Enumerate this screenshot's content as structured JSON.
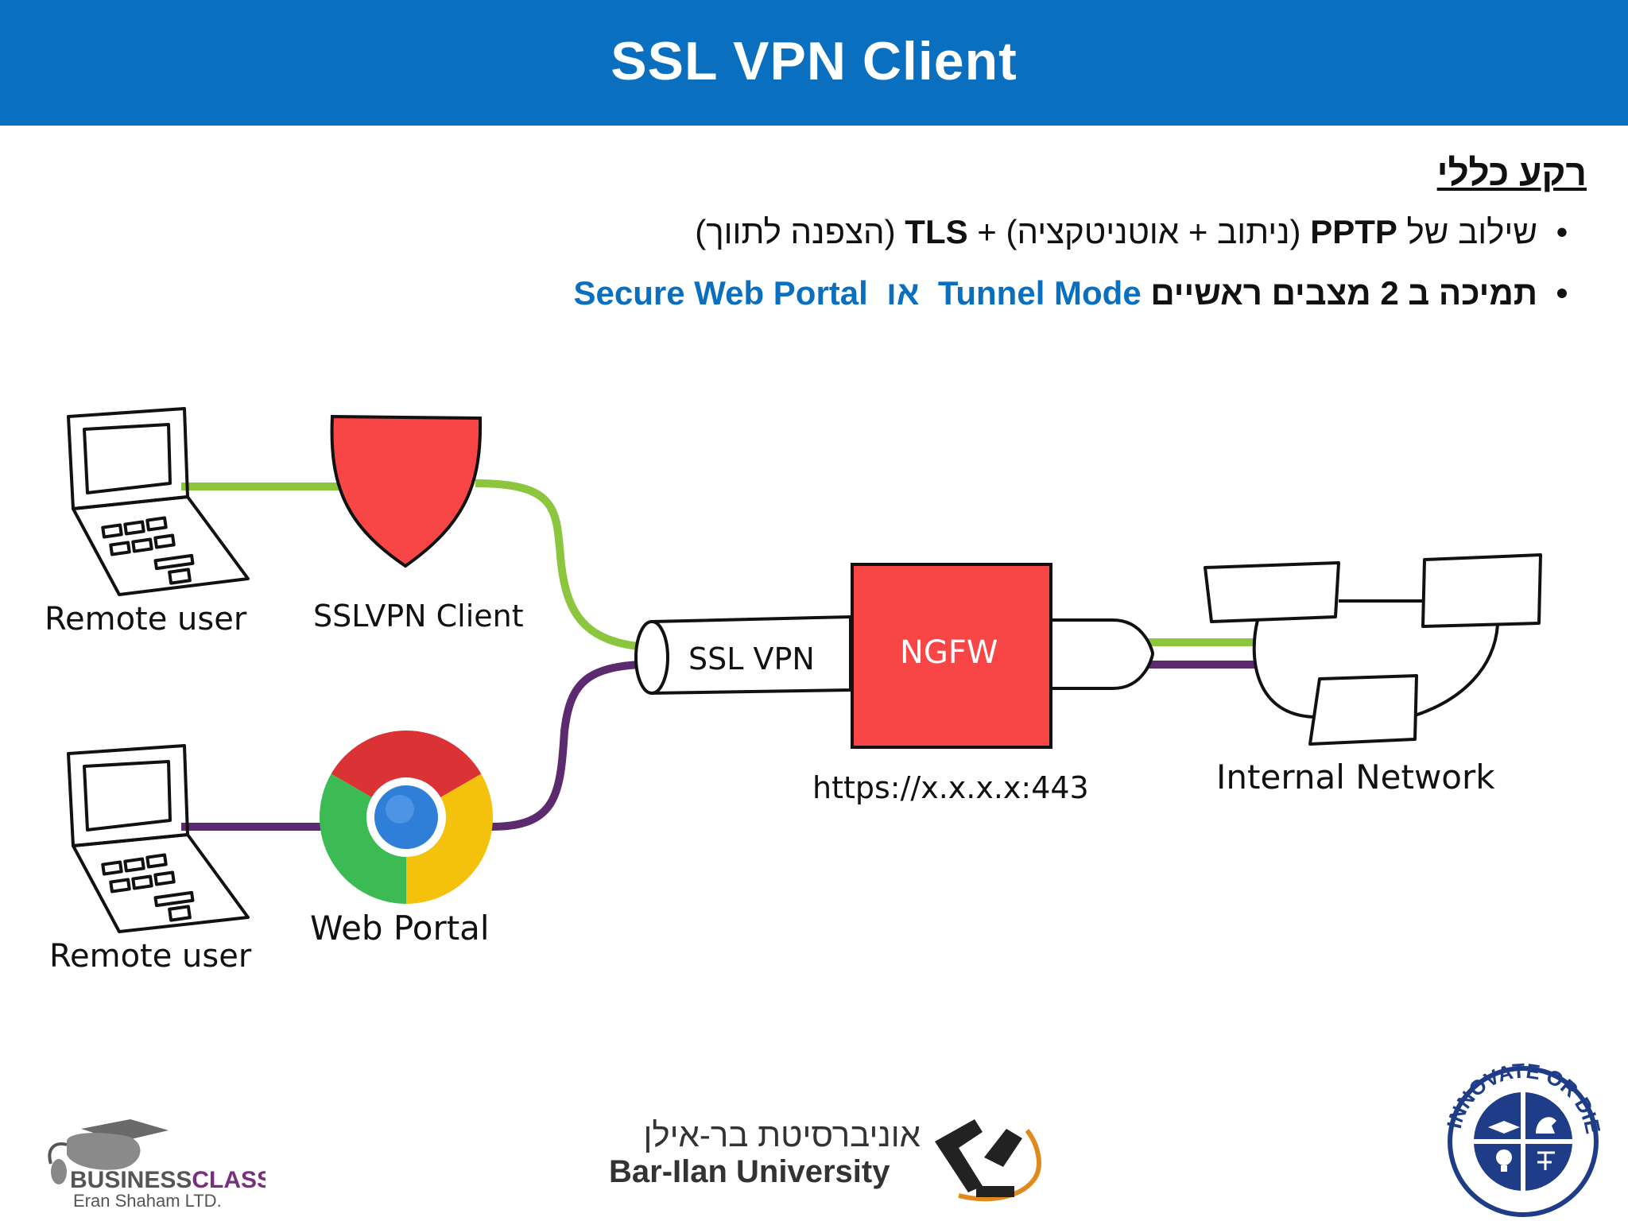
{
  "header": {
    "title": "SSL VPN Client"
  },
  "intro": {
    "section_title": "רקע כללי",
    "bullet_char": "•",
    "bullet1": {
      "p1": "שילוב של ",
      "pptp": "PPTP",
      "p2": " (ניתוב + אוטניטקציה)  + ",
      "tls": "TLS",
      "p3": " (הצפנה לתווך)"
    },
    "bullet2": {
      "p1": "תמיכה ב 2 מצבים ראשיים ",
      "mode1": "Tunnel Mode",
      "or": "  או  ",
      "mode2": "Secure Web Portal"
    }
  },
  "diagram": {
    "remote_user_1": "Remote user",
    "client_label": "SSLVPN Client",
    "remote_user_2": "Remote user",
    "portal_label": "Web Portal",
    "tunnel_label": "SSL VPN",
    "firewall_label": "NGFW",
    "url_label": "https://x.x.x.x:443",
    "network_label": "Internal Network",
    "colors": {
      "shield": "#f84545",
      "firewall": "#f84545",
      "green_line": "#8cc63f",
      "purple_line": "#5c2a6e"
    }
  },
  "footer": {
    "business_a": "BUSINESS",
    "business_b": "CLASS",
    "business_sub": "Eran Shaham LTD.",
    "university_he": "אוניברסיטת בר-אילן",
    "university_en": "Bar-Ilan University",
    "innovate_badge": "INNOVATE OR DIE"
  }
}
